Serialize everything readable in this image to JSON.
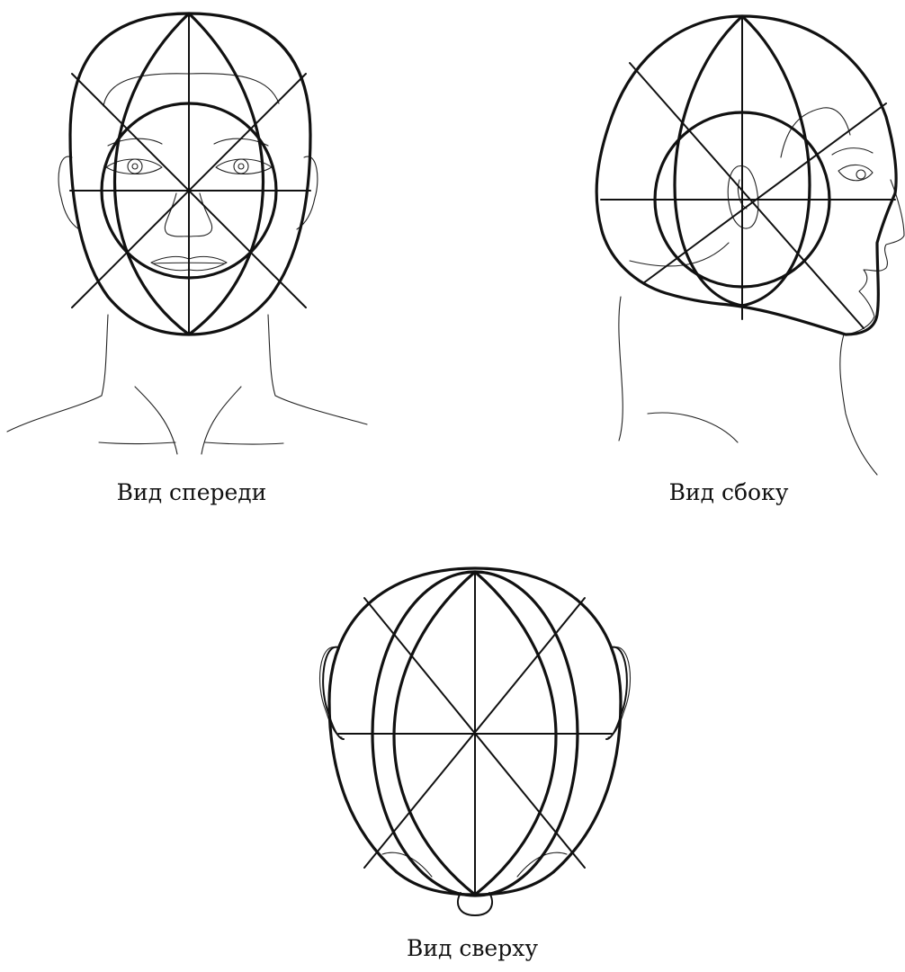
{
  "figures": {
    "front": {
      "caption": "Вид спереди"
    },
    "side": {
      "caption": "Вид сбоку"
    },
    "top": {
      "caption": "Вид сверху"
    }
  }
}
